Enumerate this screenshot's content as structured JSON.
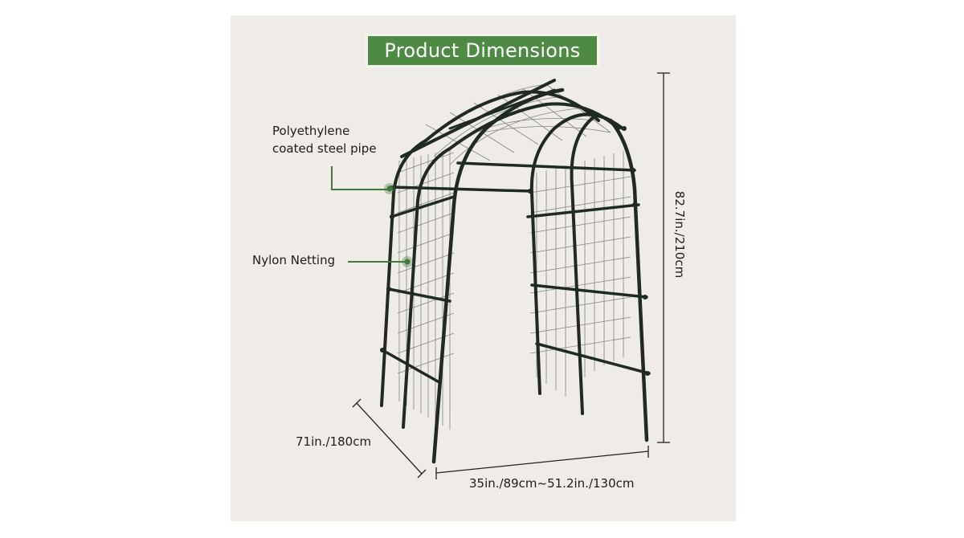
{
  "title": "Product Dimensions",
  "labels": {
    "pipe": "Polyethylene coated steel pipe",
    "netting": "Nylon Netting",
    "height": "82.7in./210cm",
    "length": "71in./180cm",
    "width": "35in./89cm~51.2in./130cm"
  },
  "colors": {
    "panel": "#efebe6",
    "badge": "#4f8a45",
    "frame": "#1f2a20",
    "callout": "#3f7a3a"
  }
}
